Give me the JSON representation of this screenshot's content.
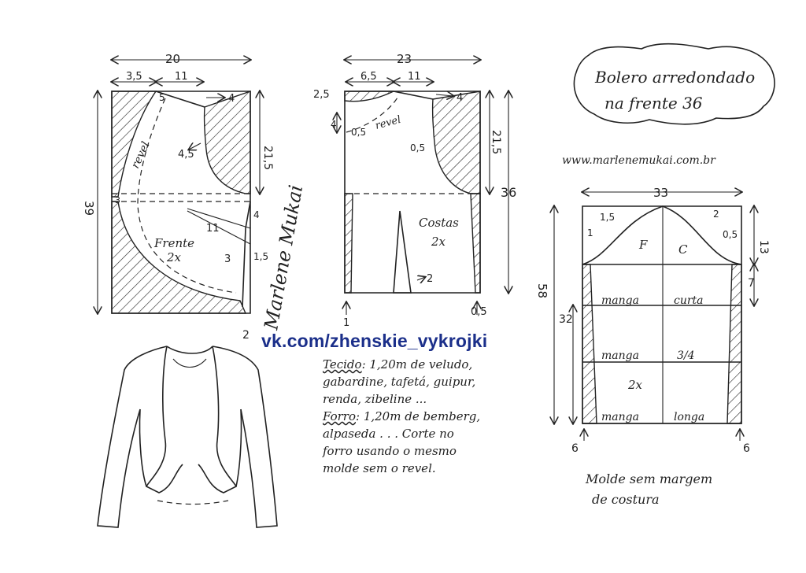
{
  "title_line1": "Bolero arredondado",
  "title_line2": "na frente 36",
  "website": "www.marlenemukai.com.br",
  "watermark": "vk.com/zhenskie_vykrojki",
  "signature": "Marlene Mukai",
  "front": {
    "label": "Frente",
    "count": "2x",
    "facing": "revel",
    "dims": {
      "width": "20",
      "shoulder_offset": "3,5",
      "shoulder": "11",
      "neck_drop": "4",
      "armhole_curve": "4,5",
      "armhole_depth": "21,5",
      "length": "39",
      "waist_band": "3",
      "dart_length": "11",
      "dart_tip": "3",
      "side_a": "4",
      "side_b": "1,5",
      "hem_drop": "2",
      "neck_top": "5"
    }
  },
  "back": {
    "label": "Costas",
    "count": "2x",
    "facing": "revel",
    "dims": {
      "width": "23",
      "shoulder_offset": "6,5",
      "shoulder": "11",
      "neck_rise": "2,5",
      "neck_drop": "4",
      "shoulder_drop": "4",
      "armhole_curve": "0,5",
      "facing_dist": "0,5",
      "armhole_depth": "21,5",
      "length": "36",
      "dart_width": "2",
      "hem_left": "1",
      "hem_right": "0,5"
    }
  },
  "sleeve": {
    "label_f": "F",
    "label_c": "C",
    "count": "2x",
    "dims": {
      "width": "33",
      "cap_left_a": "1,5",
      "cap_left_b": "1",
      "cap_right_a": "2",
      "cap_right_b": "0,5",
      "cap_height": "13",
      "short_gap": "7",
      "three_quarter": "32",
      "length": "58",
      "hem_left": "6",
      "hem_right": "6"
    },
    "rows": [
      {
        "left": "manga",
        "right": "curta"
      },
      {
        "left": "manga",
        "right": "3/4"
      },
      {
        "left": "manga",
        "right": "longa"
      }
    ]
  },
  "notes": {
    "fabric_label": "Tecido",
    "fabric_lines": [
      ": 1,20m de veludo,",
      "gabardine, tafetá, guipur,",
      "renda, zibeline ..."
    ],
    "lining_label": "Forro",
    "lining_lines": [
      ": 1,20m de bemberg,",
      "alpaseda . . . Corte no",
      "forro usando o mesmo",
      "molde sem o revel."
    ],
    "no_seam_line1": "Molde sem margem",
    "no_seam_line2": "de costura"
  }
}
